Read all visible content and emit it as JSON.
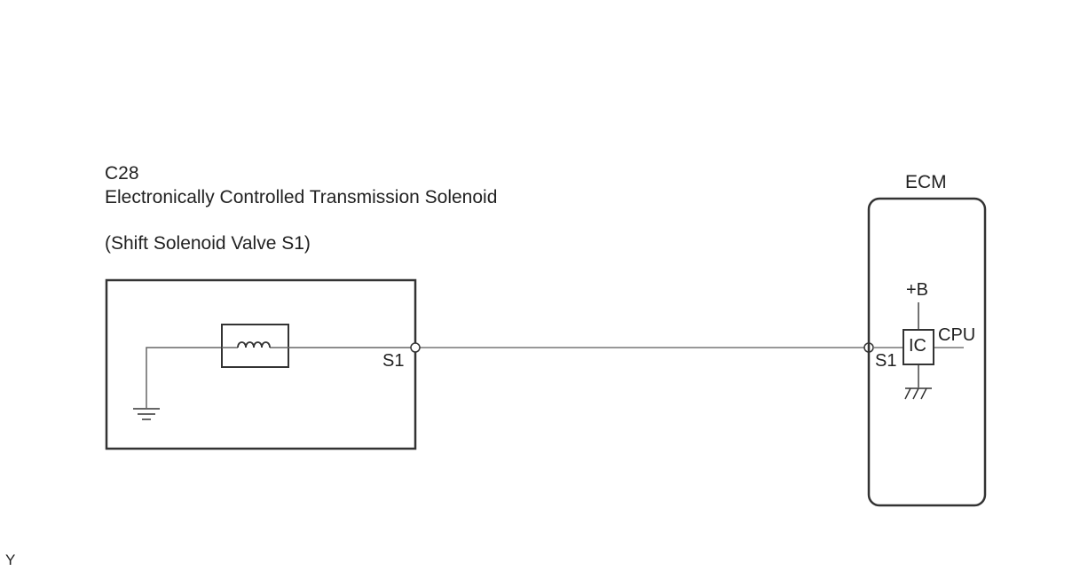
{
  "component": {
    "code": "C28",
    "name": "Electronically Controlled Transmission Solenoid",
    "subname": "(Shift Solenoid Valve S1)",
    "terminal": "S1"
  },
  "ecm": {
    "title": "ECM",
    "terminal": "S1",
    "ic_label": "IC",
    "power_label": "+B",
    "cpu_label": "CPU"
  },
  "figure_id": "Y",
  "colors": {
    "line": "#444444",
    "text": "#222222"
  }
}
